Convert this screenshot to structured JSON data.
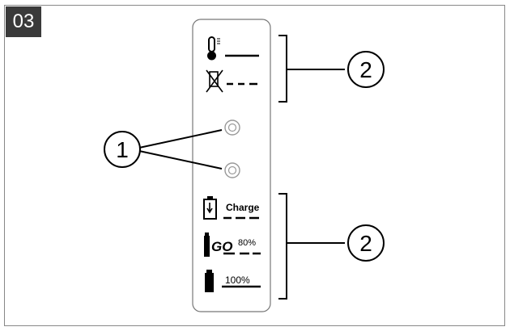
{
  "figure": {
    "number": "03",
    "callouts": {
      "one": "1",
      "two": "2"
    },
    "labels": {
      "charge": "Charge",
      "go_percent": "80%",
      "go_text": "GO",
      "full_percent": "100%"
    },
    "icons": [
      "thermometer-icon",
      "no-ice-icon",
      "led-indicator-icon",
      "battery-charging-icon",
      "battery-go-icon",
      "battery-full-icon"
    ]
  }
}
